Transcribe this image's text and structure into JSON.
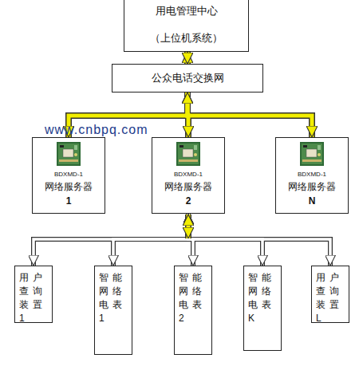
{
  "diagram": {
    "nodes": [
      {
        "text": [
          "用电管理中心",
          "（上位机系统）"
        ]
      },
      {
        "text": [
          "公众电话交换网"
        ]
      },
      {
        "text": [
          "BDXMD-1",
          "网络服务器",
          "1"
        ]
      },
      {
        "text": [
          "BDXMD-1",
          "网络服务器",
          "2"
        ]
      },
      {
        "text": [
          "BDXMD-1",
          "网络服务器",
          "N"
        ]
      },
      {
        "text": [
          "用户 查询 装置 1"
        ]
      },
      {
        "text": [
          "智能 网络 电表 1"
        ]
      },
      {
        "text": [
          "智能 网络 电表 2"
        ]
      },
      {
        "text": [
          "智能 网络 电表 K"
        ]
      },
      {
        "text": [
          "用户 查询 装置 L"
        ]
      }
    ],
    "edges": [
      {
        "from": 0,
        "to": 1,
        "arrow": "both"
      },
      {
        "from": 1,
        "to": 2,
        "arrow": "both"
      },
      {
        "from": 1,
        "to": 3,
        "arrow": "both"
      },
      {
        "from": 1,
        "to": 4,
        "arrow": "both"
      },
      {
        "from": 3,
        "to": 5,
        "arrow": "both"
      },
      {
        "from": 3,
        "to": 6,
        "arrow": "both"
      },
      {
        "from": 3,
        "to": 7,
        "arrow": "both"
      },
      {
        "from": 3,
        "to": 8,
        "arrow": "both"
      },
      {
        "from": 3,
        "to": 9,
        "arrow": "both"
      }
    ],
    "labels": [
      "www.cnbpq.com"
    ]
  }
}
